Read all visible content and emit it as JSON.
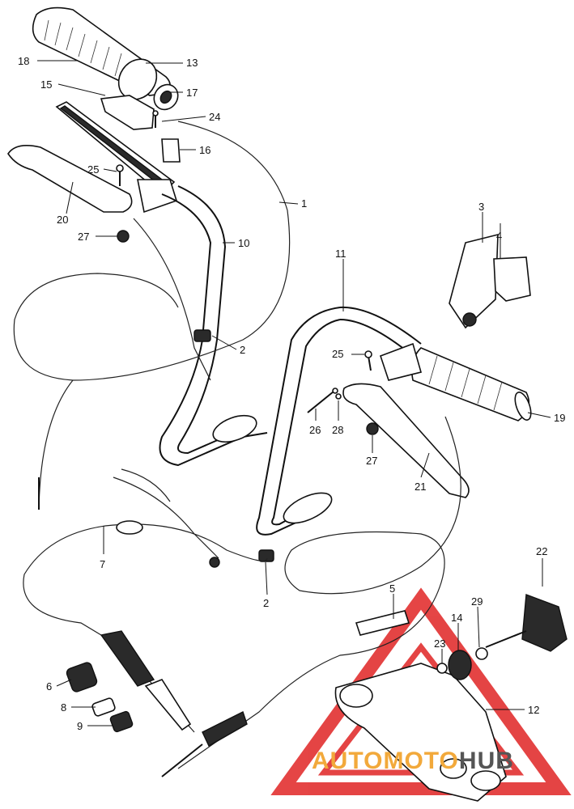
{
  "watermark": {
    "part1": "AUTOMOTO",
    "part2": "HUB",
    "color_part1": "#f2a93b",
    "color_part2": "#555555",
    "logo_color": "#e02424"
  },
  "callouts": [
    {
      "id": "c18",
      "label": "18"
    },
    {
      "id": "c13",
      "label": "13"
    },
    {
      "id": "c15",
      "label": "15"
    },
    {
      "id": "c17",
      "label": "17"
    },
    {
      "id": "c24",
      "label": "24"
    },
    {
      "id": "c16",
      "label": "16"
    },
    {
      "id": "c25a",
      "label": "25"
    },
    {
      "id": "c1",
      "label": "1"
    },
    {
      "id": "c20",
      "label": "20"
    },
    {
      "id": "c27a",
      "label": "27"
    },
    {
      "id": "c10",
      "label": "10"
    },
    {
      "id": "c3",
      "label": "3"
    },
    {
      "id": "c4",
      "label": "4"
    },
    {
      "id": "c11",
      "label": "11"
    },
    {
      "id": "c2a",
      "label": "2"
    },
    {
      "id": "c25b",
      "label": "25"
    },
    {
      "id": "c19",
      "label": "19"
    },
    {
      "id": "c26",
      "label": "26"
    },
    {
      "id": "c28",
      "label": "28"
    },
    {
      "id": "c27b",
      "label": "27"
    },
    {
      "id": "c21",
      "label": "21"
    },
    {
      "id": "c7",
      "label": "7"
    },
    {
      "id": "c2b",
      "label": "2"
    },
    {
      "id": "c22",
      "label": "22"
    },
    {
      "id": "c5",
      "label": "5"
    },
    {
      "id": "c29",
      "label": "29"
    },
    {
      "id": "c14",
      "label": "14"
    },
    {
      "id": "c23",
      "label": "23"
    },
    {
      "id": "c6",
      "label": "6"
    },
    {
      "id": "c12",
      "label": "12"
    },
    {
      "id": "c8",
      "label": "8"
    },
    {
      "id": "c9",
      "label": "9"
    }
  ]
}
